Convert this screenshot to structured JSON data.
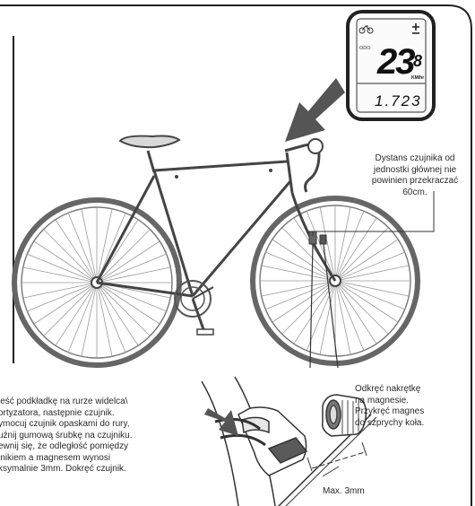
{
  "computer_display": {
    "speed_main": "23",
    "speed_decimal": "8",
    "speed_unit": "KM/hr",
    "odometer": "1.723",
    "odo_label": "ODO"
  },
  "annotations": {
    "sensor_distance_lines": [
      "Dystans czujnika od",
      "jednostki głównej nie",
      "powinien przekraczać",
      "60cm."
    ],
    "magnet_lines": [
      "Odkręć nakrętkę",
      "na magnesie.",
      "Przykręć magnes",
      "do szprychy koła."
    ],
    "mount_lines": [
      "ieść podkładkę na rurze widelca\\",
      "ortyzatora, następnie czujnik.",
      "ymocuj czujnik opaskami do rury,",
      "uźnij gumową śrubkę na czujniku.",
      "ewnij się, że odległość pomiędzy",
      "jnikiem a magnesem wynosi",
      "ksymalnie 3mm. Dokręć czujnik."
    ],
    "gap_label": "Max. 3mm"
  }
}
